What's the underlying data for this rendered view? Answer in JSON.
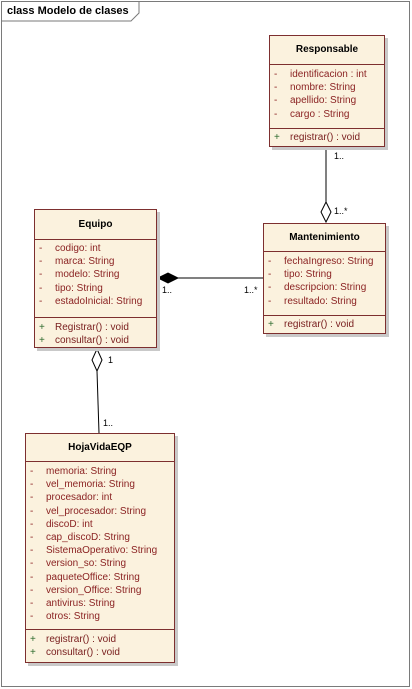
{
  "frame": {
    "label": "class Modelo de clases"
  },
  "classes": {
    "responsable": {
      "name": "Responsable",
      "attributes": [
        {
          "vis": "-",
          "text": "identificacion :  int"
        },
        {
          "vis": "-",
          "text": "nombre:  String"
        },
        {
          "vis": "-",
          "text": "apellido:  String"
        },
        {
          "vis": "-",
          "text": "cargo :  String"
        }
      ],
      "operations": [
        {
          "vis": "+",
          "text": "registrar() : void"
        }
      ]
    },
    "equipo": {
      "name": "Equipo",
      "attributes": [
        {
          "vis": "-",
          "text": "codigo:  int"
        },
        {
          "vis": "-",
          "text": "marca:  String"
        },
        {
          "vis": "-",
          "text": "modelo:  String"
        },
        {
          "vis": "-",
          "text": "tipo:  String"
        },
        {
          "vis": "-",
          "text": "estadoInicial:  String"
        }
      ],
      "operations": [
        {
          "vis": "+",
          "text": "Registrar() : void"
        },
        {
          "vis": "+",
          "text": "consultar() : void"
        }
      ]
    },
    "mantenimiento": {
      "name": "Mantenimiento",
      "attributes": [
        {
          "vis": "-",
          "text": "fechaIngreso:  String"
        },
        {
          "vis": "-",
          "text": "tipo:  String"
        },
        {
          "vis": "-",
          "text": "descripcion:  String"
        },
        {
          "vis": "-",
          "text": "resultado:  String"
        }
      ],
      "operations": [
        {
          "vis": "+",
          "text": "registrar() : void"
        }
      ]
    },
    "hojavida": {
      "name": "HojaVidaEQP",
      "attributes": [
        {
          "vis": "-",
          "text": "memoria:  String"
        },
        {
          "vis": "-",
          "text": "vel_memoria:  String"
        },
        {
          "vis": "-",
          "text": "procesador:  int"
        },
        {
          "vis": "-",
          "text": "vel_procesador:  String"
        },
        {
          "vis": "-",
          "text": "discoD:  int"
        },
        {
          "vis": "-",
          "text": "cap_discoD:  String"
        },
        {
          "vis": "-",
          "text": "SistemaOperativo:  String"
        },
        {
          "vis": "-",
          "text": "version_so:  String"
        },
        {
          "vis": "-",
          "text": "paqueteOffice:  String"
        },
        {
          "vis": "-",
          "text": "version_Office:  String"
        },
        {
          "vis": "-",
          "text": "antivirus:  String"
        },
        {
          "vis": "-",
          "text": "otros:  String"
        }
      ],
      "operations": [
        {
          "vis": "+",
          "text": "registrar() : void"
        },
        {
          "vis": "+",
          "text": "consultar() : void"
        }
      ]
    }
  },
  "multiplicities": {
    "resp_end": "1..",
    "mant_top": "1..*",
    "equipo_right": "1..",
    "mant_left": "1..*",
    "equipo_bottom": "1",
    "hoja_top": "1.."
  },
  "colors": {
    "class_fill": "#fbf2de",
    "class_border": "#7d2f2f",
    "attribute_text": "#8b2323"
  }
}
